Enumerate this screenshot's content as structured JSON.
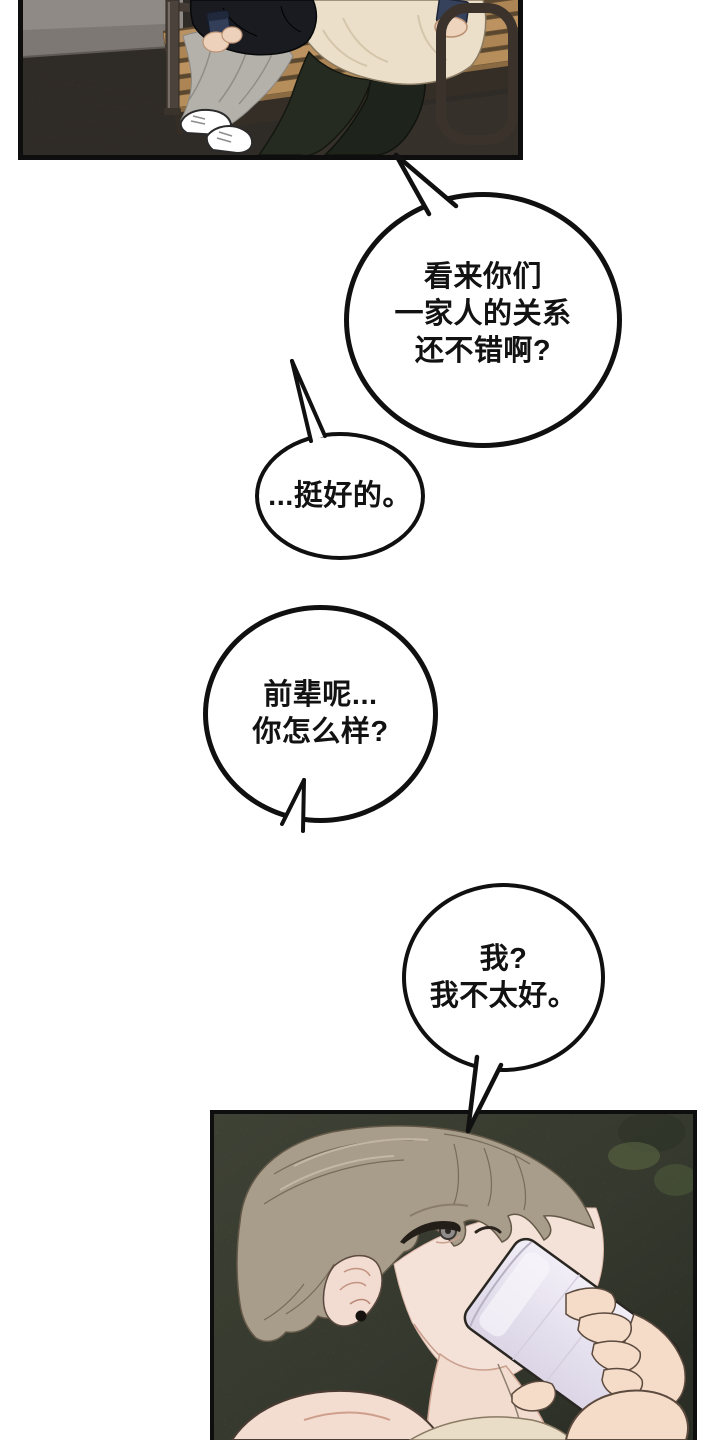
{
  "page": {
    "background": "#ffffff",
    "description": "vertical webtoon comic strip segment with two art panels and four speech bubbles"
  },
  "panels": {
    "top": {
      "description": "Two people sitting side by side on a wooden park bench, heads out of frame: left person in a black jacket, grey trousers and white sneakers holding a small dark cup; right person in a cream sweater and dark trousers",
      "palette": {
        "asphalt": "#4a433d",
        "sidewalk": "#8f8a85",
        "bench_wood": "#b99163",
        "grass": "#44502e",
        "bench_frame": "#3b332b",
        "jacket": "#191b20",
        "grey_pants": "#b4b1ab",
        "sweater": "#ebdfca",
        "dark_pants": "#232820",
        "sneakers": "#ffffff"
      }
    },
    "bottom": {
      "description": "Young man with tousled light-brown hair and a black stud earring, head tilted back in profile, drinking from a pale lavender can held in his right hand against a dark olive background",
      "palette": {
        "background_olive": "#4b5040",
        "hair": "#a89c8a",
        "skin": "#f3e1d7",
        "can": "#ece8f2",
        "can_rim": "#c9c5bf",
        "earring": "#151210"
      }
    }
  },
  "bubbles": [
    {
      "id": "bubble-1",
      "lines": [
        "看来你们",
        "一家人的关系",
        "还不错啊?"
      ]
    },
    {
      "id": "bubble-2",
      "lines": [
        "...挺好的。"
      ]
    },
    {
      "id": "bubble-3",
      "lines": [
        "前辈呢...",
        "你怎么样?"
      ]
    },
    {
      "id": "bubble-4",
      "lines": [
        "我?",
        "我不太好。"
      ]
    }
  ],
  "colors": {
    "bubble_border": "#101010",
    "panel_border": "#0e0e0e",
    "text": "#121212"
  }
}
